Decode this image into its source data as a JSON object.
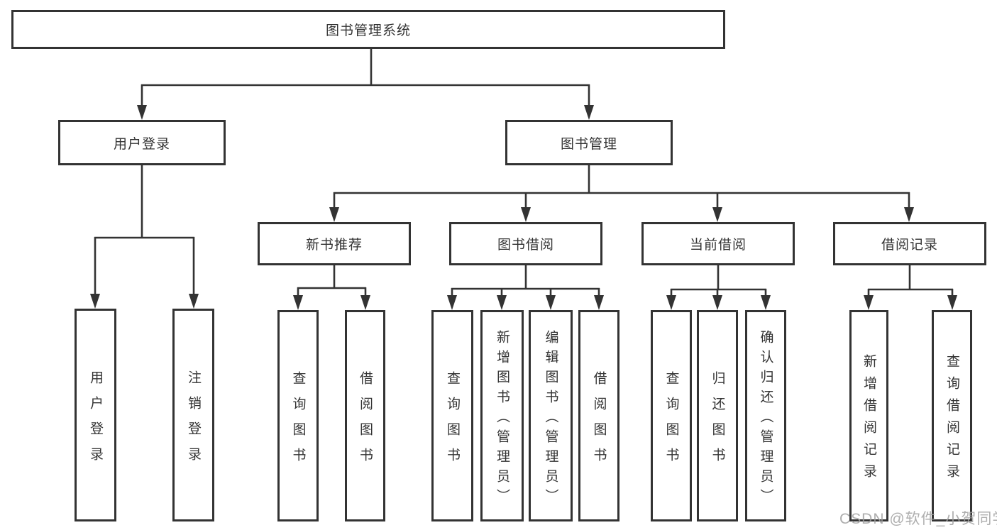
{
  "diagram": {
    "root": {
      "label": "图书管理系统"
    },
    "branches": [
      {
        "label": "用户登录",
        "children": [
          {
            "label": "用户登录"
          },
          {
            "label": "注销登录"
          }
        ]
      },
      {
        "label": "图书管理",
        "groups": [
          {
            "label": "新书推荐",
            "children": [
              {
                "label": "查询图书"
              },
              {
                "label": "借阅图书"
              }
            ]
          },
          {
            "label": "图书借阅",
            "children": [
              {
                "label": "查询图书"
              },
              {
                "label": "新增图书（管理员）"
              },
              {
                "label": "编辑图书（管理员）"
              },
              {
                "label": "借阅图书"
              }
            ]
          },
          {
            "label": "当前借阅",
            "children": [
              {
                "label": "查询图书"
              },
              {
                "label": "归还图书"
              },
              {
                "label": "确认归还（管理员）"
              }
            ]
          },
          {
            "label": "借阅记录",
            "children": [
              {
                "label": "新增借阅记录"
              },
              {
                "label": "查询借阅记录"
              }
            ]
          }
        ]
      }
    ]
  },
  "watermark": {
    "text": "CSDN @软件_小贺同学"
  },
  "colors": {
    "line": "#333333",
    "box_border": "#333333",
    "text": "#333333",
    "watermark": "#a0a0a0",
    "background": "#ffffff"
  }
}
